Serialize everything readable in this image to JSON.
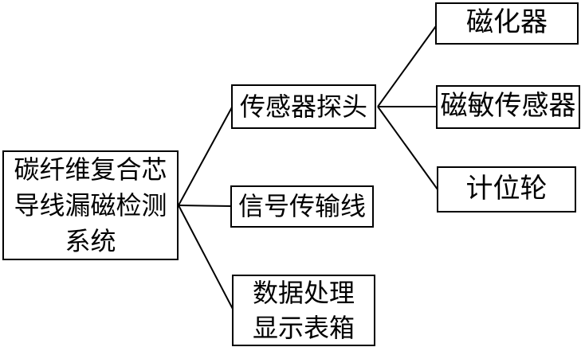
{
  "diagram": {
    "type": "tree",
    "direction": "left-to-right",
    "colors": {
      "background": "#ffffff",
      "border": "#000000",
      "line": "#000000",
      "text": "#000000"
    },
    "root": {
      "id": "system",
      "label": "碳纤维复合芯\n导线漏磁检测\n系统"
    },
    "level1": [
      {
        "id": "sensor-probe",
        "label": "传感器探头",
        "parent": "system"
      },
      {
        "id": "signal-transmission-line",
        "label": "信号传输线",
        "parent": "system"
      },
      {
        "id": "data-processing-display-box",
        "label": "数据处理\n显示表箱",
        "parent": "system"
      }
    ],
    "level2": [
      {
        "id": "magnetizer",
        "label": "磁化器",
        "parent": "sensor-probe"
      },
      {
        "id": "magneto-sensitive-sensor",
        "label": "磁敏传感器",
        "parent": "sensor-probe"
      },
      {
        "id": "position-counting-wheel",
        "label": "计位轮",
        "parent": "sensor-probe"
      }
    ]
  }
}
